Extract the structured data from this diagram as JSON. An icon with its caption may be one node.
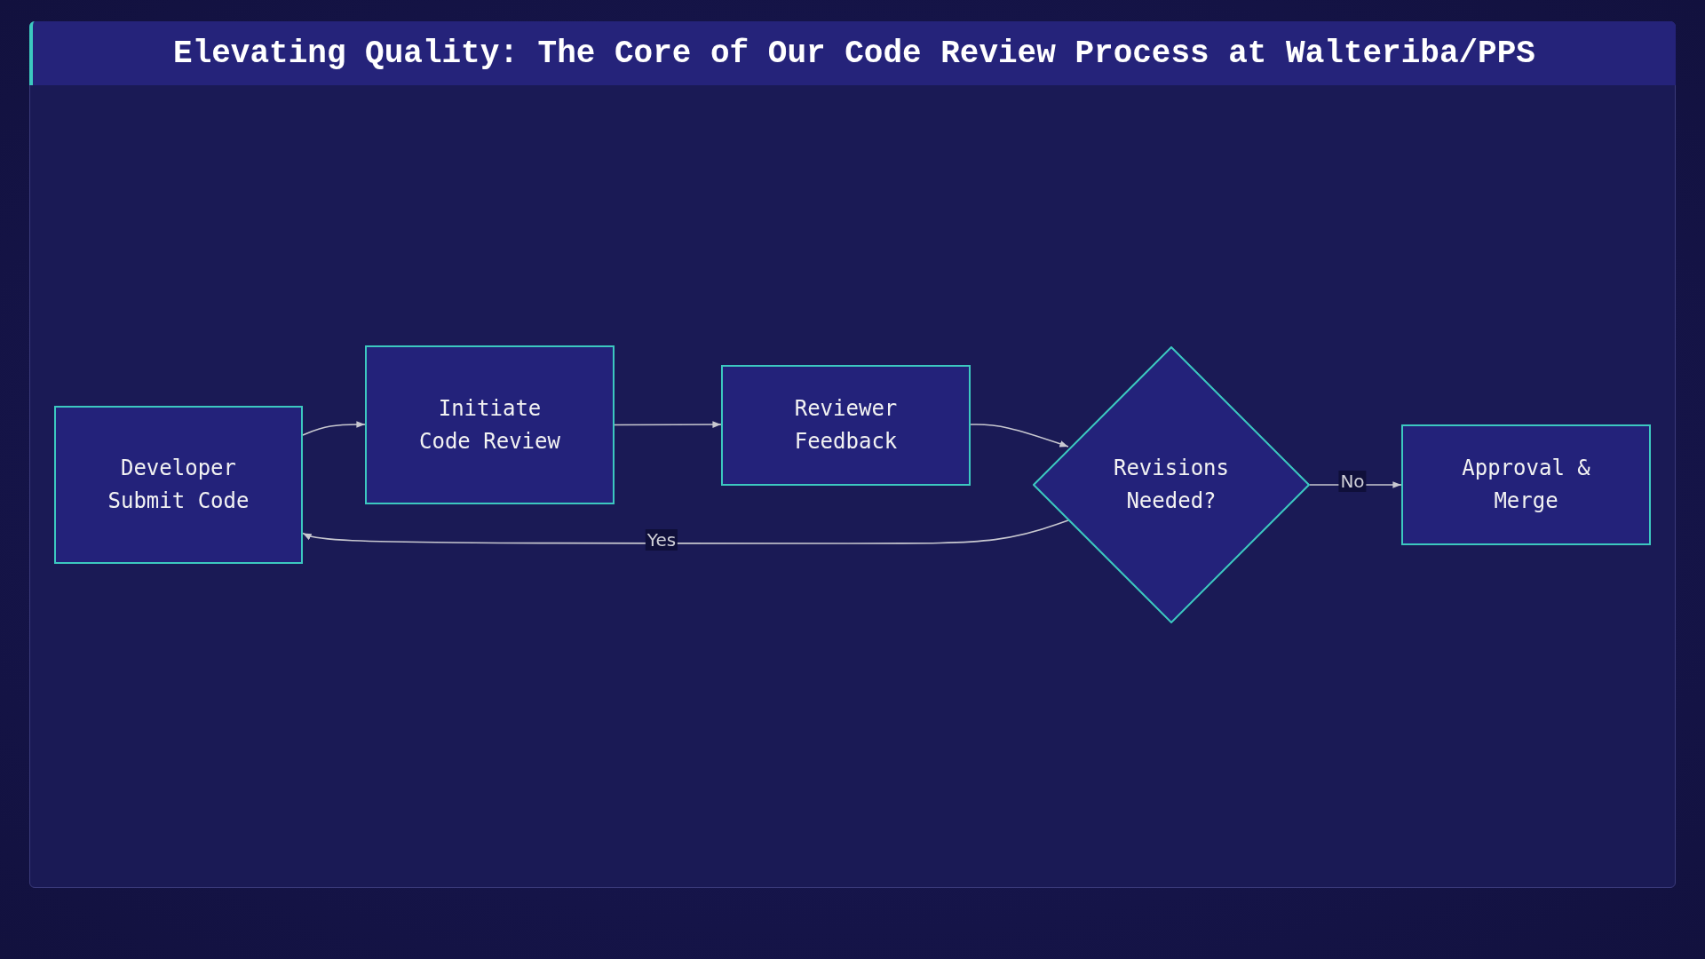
{
  "diagram": {
    "title": "Elevating Quality: The Core of Our Code Review Process at Walteriba/PPS",
    "nodes": [
      {
        "text": [
          "Developer Submit Code"
        ]
      },
      {
        "text": [
          "Initiate Code Review"
        ]
      },
      {
        "text": [
          "Reviewer Feedback"
        ]
      },
      {
        "text": [
          "Revisions Needed?"
        ]
      },
      {
        "text": [
          "Approval & Merge"
        ]
      }
    ],
    "edges": [
      {
        "from": 0,
        "to": 1,
        "arrow": "to"
      },
      {
        "from": 1,
        "to": 2,
        "arrow": "to"
      },
      {
        "from": 2,
        "to": 3,
        "arrow": "to"
      },
      {
        "from": 3,
        "to": 0,
        "arrow": "to",
        "label": "Yes"
      },
      {
        "from": 3,
        "to": 4,
        "arrow": "to",
        "label": "No"
      }
    ]
  }
}
